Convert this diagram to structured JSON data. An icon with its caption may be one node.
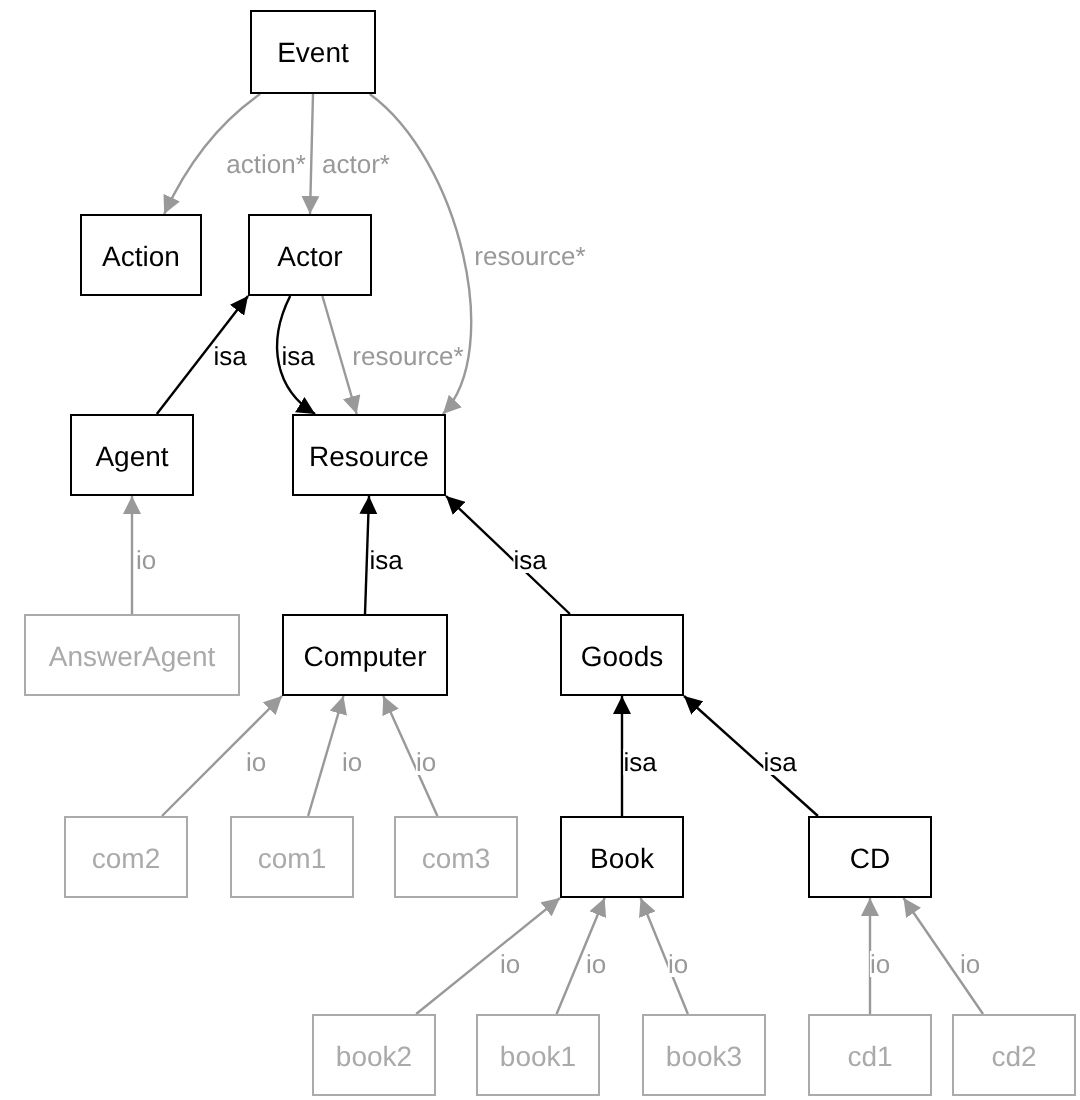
{
  "diagram": {
    "nodes": [
      {
        "text": [
          "Event"
        ]
      },
      {
        "text": [
          "Action"
        ]
      },
      {
        "text": [
          "Actor"
        ]
      },
      {
        "text": [
          "Agent"
        ]
      },
      {
        "text": [
          "Resource"
        ]
      },
      {
        "text": [
          "AnswerAgent"
        ]
      },
      {
        "text": [
          "Computer"
        ]
      },
      {
        "text": [
          "Goods"
        ]
      },
      {
        "text": [
          "com2"
        ]
      },
      {
        "text": [
          "com1"
        ]
      },
      {
        "text": [
          "com3"
        ]
      },
      {
        "text": [
          "Book"
        ]
      },
      {
        "text": [
          "CD"
        ]
      },
      {
        "text": [
          "book2"
        ]
      },
      {
        "text": [
          "book1"
        ]
      },
      {
        "text": [
          "book3"
        ]
      },
      {
        "text": [
          "cd1"
        ]
      },
      {
        "text": [
          "cd2"
        ]
      }
    ],
    "edges": [
      {
        "from": 0,
        "to": 1,
        "arrow": "to",
        "label": "action*"
      },
      {
        "from": 0,
        "to": 2,
        "arrow": "to",
        "label": "actor*"
      },
      {
        "from": 0,
        "to": 4,
        "arrow": "to",
        "label": "resource*"
      },
      {
        "from": 3,
        "to": 2,
        "arrow": "to",
        "label": "isa",
        "color": "#000000"
      },
      {
        "from": 2,
        "to": 4,
        "arrow": "to",
        "label": "isa",
        "color": "#000000"
      },
      {
        "from": 2,
        "to": 4,
        "arrow": "to",
        "label": "resource*"
      },
      {
        "from": 5,
        "to": 3,
        "arrow": "to",
        "label": "io"
      },
      {
        "from": 6,
        "to": 4,
        "arrow": "to",
        "label": "isa",
        "color": "#000000"
      },
      {
        "from": 7,
        "to": 4,
        "arrow": "to",
        "label": "isa",
        "color": "#000000"
      },
      {
        "from": 8,
        "to": 6,
        "arrow": "to",
        "label": "io"
      },
      {
        "from": 9,
        "to": 6,
        "arrow": "to",
        "label": "io"
      },
      {
        "from": 10,
        "to": 6,
        "arrow": "to",
        "label": "io"
      },
      {
        "from": 11,
        "to": 7,
        "arrow": "to",
        "label": "isa",
        "color": "#000000"
      },
      {
        "from": 12,
        "to": 7,
        "arrow": "to",
        "label": "isa",
        "color": "#000000"
      },
      {
        "from": 13,
        "to": 11,
        "arrow": "to",
        "label": "io"
      },
      {
        "from": 14,
        "to": 11,
        "arrow": "to",
        "label": "io"
      },
      {
        "from": 15,
        "to": 11,
        "arrow": "to",
        "label": "io"
      },
      {
        "from": 16,
        "to": 12,
        "arrow": "to",
        "label": "io"
      },
      {
        "from": 17,
        "to": 12,
        "arrow": "to",
        "label": "io"
      }
    ]
  }
}
